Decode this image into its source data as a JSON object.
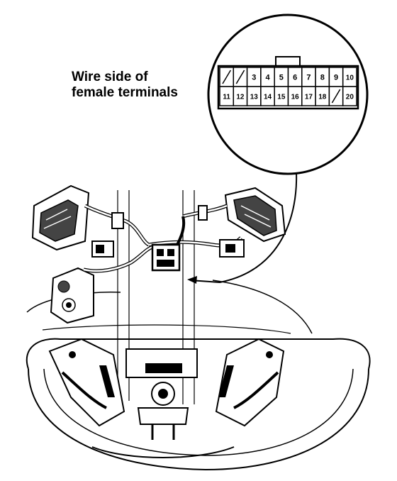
{
  "label": {
    "line1": "Wire side of",
    "line2": "female terminals"
  },
  "connector": {
    "top_row": [
      "",
      "",
      "3",
      "4",
      "5",
      "6",
      "7",
      "8",
      "9",
      "10"
    ],
    "bottom_row": [
      "11",
      "12",
      "13",
      "14",
      "15",
      "16",
      "17",
      "18",
      "",
      "20"
    ],
    "empty_cavities": [
      "1",
      "2",
      "19"
    ]
  },
  "colors": {
    "ink": "#000000",
    "paper": "#ffffff"
  }
}
